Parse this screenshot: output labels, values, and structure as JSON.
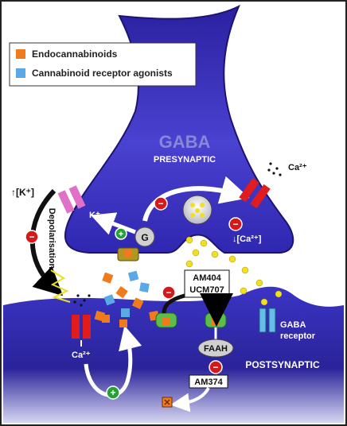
{
  "legend": {
    "items": [
      {
        "label": "Endocannabinoids",
        "swatch_color": "#f07a1c"
      },
      {
        "label": "Cannabinoid receptor agonists",
        "swatch_color": "#5aa9e6"
      }
    ]
  },
  "presynaptic": {
    "title": "GABA",
    "subtitle": "PRESYNAPTIC",
    "color": "#3a2fb8"
  },
  "postsynaptic": {
    "label": "POSTSYNAPTIC",
    "color": "#2f28a8"
  },
  "ions": {
    "k_conc": "↑[K⁺]",
    "k_ion": "K⁺",
    "ca_ion_pre": "Ca²⁺",
    "ca_conc": "↓[Ca²⁺]",
    "ca_ion_post": "Ca²⁺"
  },
  "labels": {
    "depolarisation": "Depolarisation",
    "g_protein": "G",
    "drug_box_line1": "AM404",
    "drug_box_line2": "UCM707",
    "faah": "FAAH",
    "am374": "AM374",
    "gaba_receptor_line1": "GABA",
    "gaba_receptor_line2": "receptor"
  },
  "signs": {
    "minus": "−",
    "plus": "+"
  }
}
